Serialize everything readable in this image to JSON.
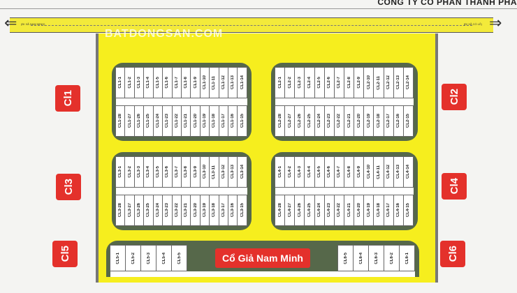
{
  "header": {
    "company": "CÔNG TY CỔ PHẦN THÀNH PHÁ"
  },
  "road": {
    "left_label": "(ĐI XÃ NAM MINH)",
    "right_label": "(ĐI XÃ CỔ LỄ)"
  },
  "watermark": "BATDONGSAN.COM",
  "colors": {
    "road": "#f3ea3a",
    "block_border": "#56684a",
    "tag": "#e4312b"
  },
  "tags": {
    "cl1": "Cl1",
    "cl2": "Cl2",
    "cl3": "Cl3",
    "cl4": "Cl4",
    "cl5": "Cl5",
    "cl6": "Cl6"
  },
  "blocks": [
    {
      "id": "CL1",
      "top": [
        "CL1-1",
        "CL1-2",
        "CL1-3",
        "CL1-4",
        "CL1-5",
        "CL1-6",
        "CL1-7",
        "CL1-8",
        "CL1-9",
        "CL1-10",
        "CL1-11",
        "CL1-12",
        "CL1-13",
        "CL1-14"
      ],
      "bottom": [
        "CL1-28",
        "CL1-27",
        "CL1-26",
        "CL1-25",
        "CL1-24",
        "CL1-23",
        "CL1-22",
        "CL1-21",
        "CL1-20",
        "CL1-19",
        "CL1-18",
        "CL1-17",
        "CL1-16",
        "CL1-15"
      ]
    },
    {
      "id": "CL2",
      "top": [
        "CL2-1",
        "CL2-2",
        "CL2-3",
        "CL2-4",
        "CL2-5",
        "CL2-6",
        "CL2-7",
        "CL2-8",
        "CL2-9",
        "CL2-10",
        "CL2-11",
        "CL2-12",
        "CL2-13",
        "CL2-14"
      ],
      "bottom": [
        "CL2-28",
        "CL2-27",
        "CL2-26",
        "CL2-25",
        "CL2-24",
        "CL2-23",
        "CL2-22",
        "CL2-21",
        "CL2-20",
        "CL2-19",
        "CL2-18",
        "CL2-17",
        "CL2-16",
        "CL2-15"
      ]
    },
    {
      "id": "CL3",
      "top": [
        "CL3-1",
        "CL3-2",
        "CL3-3",
        "CL3-4",
        "CL3-5",
        "CL3-6",
        "CL3-7",
        "CL3-8",
        "CL3-9",
        "CL3-10",
        "CL3-11",
        "CL3-12",
        "CL3-13",
        "CL3-14"
      ],
      "bottom": [
        "CL3-28",
        "CL3-27",
        "CL3-26",
        "CL3-25",
        "CL3-24",
        "CL3-23",
        "CL3-22",
        "CL3-21",
        "CL3-20",
        "CL3-19",
        "CL3-18",
        "CL3-17",
        "CL3-16",
        "CL3-15"
      ]
    },
    {
      "id": "CL4",
      "top": [
        "CL4-1",
        "CL4-2",
        "CL4-3",
        "CL4-4",
        "CL4-5",
        "CL4-6",
        "CL4-7",
        "CL4-8",
        "CL4-9",
        "CL4-10",
        "CL4-11",
        "CL4-12",
        "CL4-13",
        "CL4-14"
      ],
      "bottom": [
        "CL4-28",
        "CL4-27",
        "CL4-26",
        "CL4-25",
        "CL4-24",
        "CL4-23",
        "CL4-22",
        "CL4-21",
        "CL4-20",
        "CL4-19",
        "CL4-18",
        "CL4-17",
        "CL4-16",
        "CL4-15"
      ]
    }
  ],
  "cl5": [
    "CL5-1",
    "CL5-2",
    "CL5-3",
    "CL5-4",
    "CL5-5"
  ],
  "cl6": [
    "CL6-5",
    "CL6-4",
    "CL6-3",
    "CL6-2",
    "CL6-1"
  ],
  "park_label": "Cổ Giả Nam Minh"
}
